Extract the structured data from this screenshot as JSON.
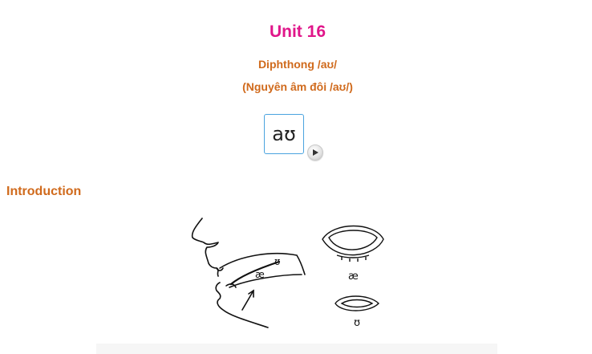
{
  "lesson": {
    "title": "Unit 16",
    "subtitle": "Diphthong /aʊ/",
    "subtitle_vi": "(Nguyên âm đôi /aʊ/)"
  },
  "phoneme": {
    "symbol": "aʊ",
    "play_icon": "play-icon"
  },
  "section": {
    "heading": "Introduction"
  },
  "diagram": {
    "tongue_label_start": "æ",
    "tongue_label_end": "ʊ",
    "mouth_open_label": "æ",
    "mouth_rounded_label": "ʊ"
  },
  "colors": {
    "title": "#e0168a",
    "subtitle": "#d06a1c",
    "symbol_border": "#4aa3df"
  }
}
